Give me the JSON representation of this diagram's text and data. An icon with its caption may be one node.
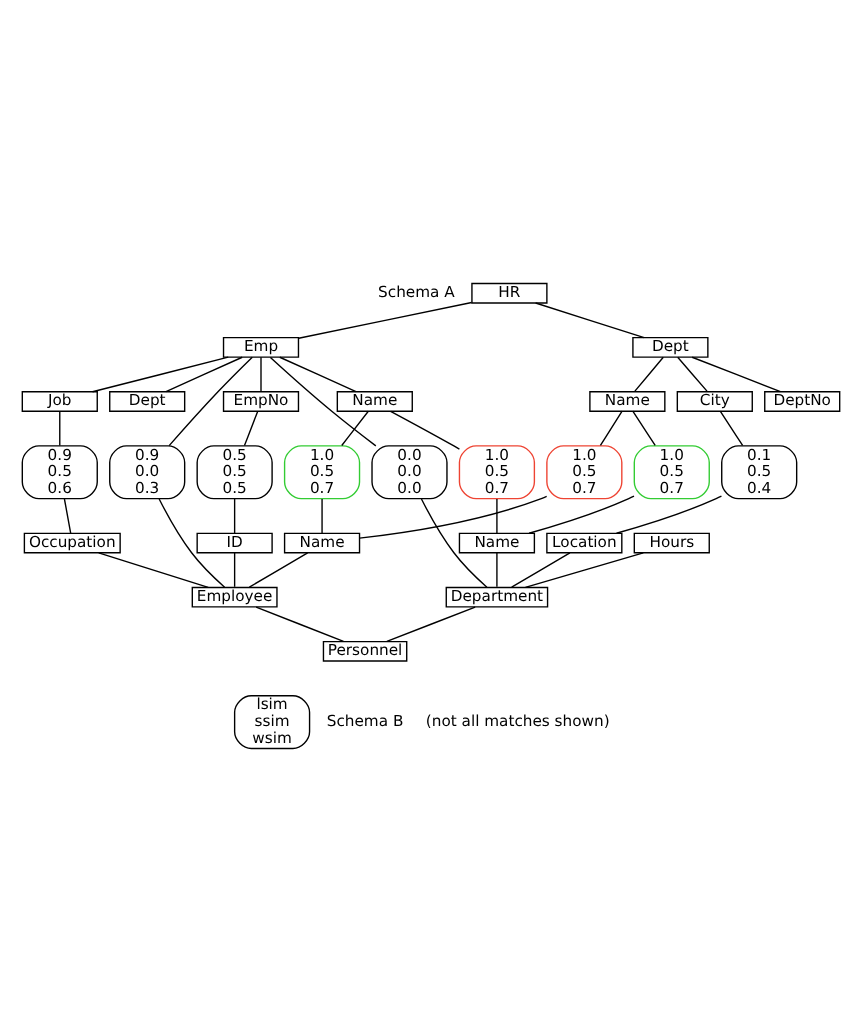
{
  "diagram": {
    "nodes": [
      {
        "text": [
          "HR"
        ]
      },
      {
        "text": [
          "Emp"
        ]
      },
      {
        "text": [
          "Dept"
        ]
      },
      {
        "text": [
          "EmpNo"
        ]
      },
      {
        "text": [
          "Name"
        ]
      },
      {
        "text": [
          "Job"
        ]
      },
      {
        "text": [
          "Dept"
        ]
      },
      {
        "text": [
          "DeptNo"
        ]
      },
      {
        "text": [
          "Name"
        ]
      },
      {
        "text": [
          "City"
        ]
      },
      {
        "text": [
          "0.0",
          "0.0",
          "0.0"
        ]
      },
      {
        "text": [
          "0.5",
          "0.5",
          "0.5"
        ]
      },
      {
        "text": [
          "0.9",
          "0.0",
          "0.3"
        ]
      },
      {
        "text": [
          "1.0",
          "0.5",
          "0.7"
        ]
      },
      {
        "text": [
          "1.0",
          "0.5",
          "0.7"
        ]
      },
      {
        "text": [
          "0.9",
          "0.5",
          "0.6"
        ]
      },
      {
        "text": [
          "1.0",
          "0.5",
          "0.7"
        ]
      },
      {
        "text": [
          "1.0",
          "0.5",
          "0.7"
        ]
      },
      {
        "text": [
          "0.1",
          "0.5",
          "0.4"
        ]
      },
      {
        "text": [
          "ID"
        ]
      },
      {
        "text": [
          "Name"
        ]
      },
      {
        "text": [
          "Occupation"
        ]
      },
      {
        "text": [
          "Name"
        ]
      },
      {
        "text": [
          "Location"
        ]
      },
      {
        "text": [
          "Hours"
        ]
      },
      {
        "text": [
          "Employee"
        ]
      },
      {
        "text": [
          "Department"
        ]
      },
      {
        "text": [
          "Personnel"
        ]
      },
      {
        "text": [
          "lsim",
          "ssim",
          "wsim"
        ]
      }
    ],
    "edges": [
      {
        "from": 0,
        "to": 1,
        "arrow": "none"
      },
      {
        "from": 0,
        "to": 2,
        "arrow": "none"
      },
      {
        "from": 1,
        "to": 3,
        "arrow": "none"
      },
      {
        "from": 1,
        "to": 4,
        "arrow": "none"
      },
      {
        "from": 1,
        "to": 5,
        "arrow": "none"
      },
      {
        "from": 1,
        "to": 6,
        "arrow": "none"
      },
      {
        "from": 2,
        "to": 7,
        "arrow": "none"
      },
      {
        "from": 2,
        "to": 8,
        "arrow": "none"
      },
      {
        "from": 2,
        "to": 9,
        "arrow": "none"
      },
      {
        "from": 1,
        "to": 10,
        "arrow": "none"
      },
      {
        "from": 10,
        "to": 26,
        "arrow": "none"
      },
      {
        "from": 3,
        "to": 11,
        "arrow": "none"
      },
      {
        "from": 11,
        "to": 19,
        "arrow": "none"
      },
      {
        "from": 1,
        "to": 12,
        "arrow": "none"
      },
      {
        "from": 12,
        "to": 25,
        "arrow": "none"
      },
      {
        "from": 4,
        "to": 13,
        "arrow": "none"
      },
      {
        "from": 13,
        "to": 20,
        "arrow": "none"
      },
      {
        "from": 4,
        "to": 14,
        "arrow": "none"
      },
      {
        "from": 14,
        "to": 22,
        "arrow": "none"
      },
      {
        "from": 5,
        "to": 15,
        "arrow": "none"
      },
      {
        "from": 15,
        "to": 21,
        "arrow": "none"
      },
      {
        "from": 8,
        "to": 16,
        "arrow": "none"
      },
      {
        "from": 16,
        "to": 20,
        "arrow": "none"
      },
      {
        "from": 8,
        "to": 17,
        "arrow": "none"
      },
      {
        "from": 17,
        "to": 22,
        "arrow": "none"
      },
      {
        "from": 9,
        "to": 18,
        "arrow": "none"
      },
      {
        "from": 18,
        "to": 23,
        "arrow": "none"
      },
      {
        "from": 19,
        "to": 25,
        "arrow": "none"
      },
      {
        "from": 20,
        "to": 25,
        "arrow": "none"
      },
      {
        "from": 21,
        "to": 25,
        "arrow": "none"
      },
      {
        "from": 22,
        "to": 26,
        "arrow": "none"
      },
      {
        "from": 23,
        "to": 26,
        "arrow": "none"
      },
      {
        "from": 24,
        "to": 26,
        "arrow": "none"
      },
      {
        "from": 25,
        "to": 27,
        "arrow": "none"
      },
      {
        "from": 26,
        "to": 27,
        "arrow": "none"
      }
    ],
    "labels": [
      "Schema A",
      "Schema B",
      "(not all matches shown)"
    ]
  }
}
